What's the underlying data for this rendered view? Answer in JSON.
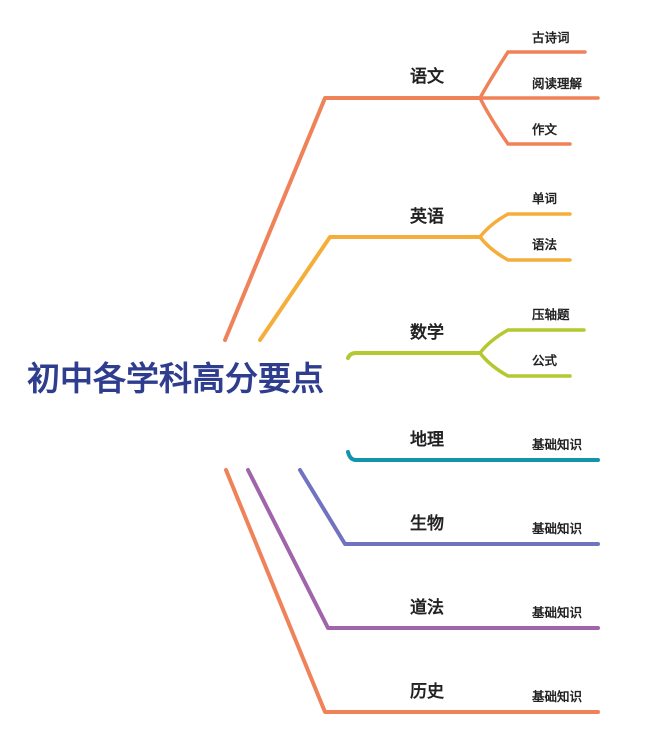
{
  "root": {
    "title": "初中各学科高分要点"
  },
  "branches": [
    {
      "name": "语文",
      "color": "#F0825A",
      "topics": [
        "古诗词",
        "阅读理解",
        "作文"
      ]
    },
    {
      "name": "英语",
      "color": "#F6AE3B",
      "topics": [
        "单词",
        "语法"
      ]
    },
    {
      "name": "数学",
      "color": "#B4C832",
      "topics": [
        "压轴题",
        "公式"
      ]
    },
    {
      "name": "地理",
      "color": "#1295AA",
      "topics": [
        "基础知识"
      ]
    },
    {
      "name": "生物",
      "color": "#7172C0",
      "topics": [
        "基础知识"
      ]
    },
    {
      "name": "道法",
      "color": "#A064AA",
      "topics": [
        "基础知识"
      ]
    },
    {
      "name": "历史",
      "color": "#F0825A",
      "topics": [
        "基础知识"
      ]
    }
  ]
}
